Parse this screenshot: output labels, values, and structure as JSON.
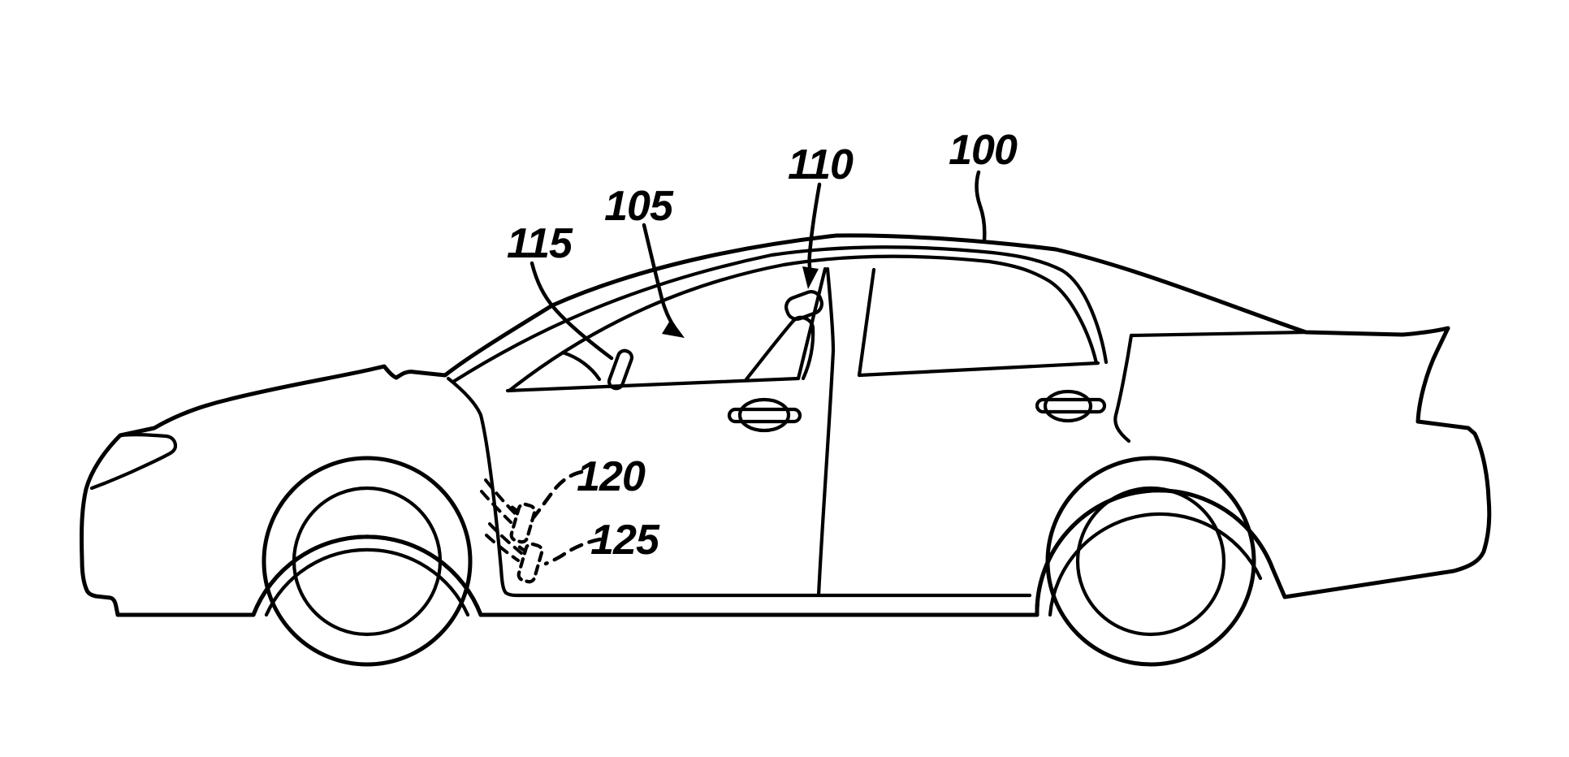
{
  "figure": {
    "background_color": "#ffffff",
    "line_color": "#000000",
    "description": "Patent-style black-and-white line drawing: side view of a four-door sedan with reference numerals and leader lines",
    "labels": [
      {
        "text": "100",
        "target": "vehicle roof / body"
      },
      {
        "text": "105",
        "target": "cabin interior"
      },
      {
        "text": "110",
        "target": "seat headrest"
      },
      {
        "text": "115",
        "target": "steering wheel"
      },
      {
        "text": "120",
        "target": "upper concealed sensor in front door (hidden lines)"
      },
      {
        "text": "125",
        "target": "lower concealed sensor in front door (hidden lines)"
      }
    ]
  }
}
